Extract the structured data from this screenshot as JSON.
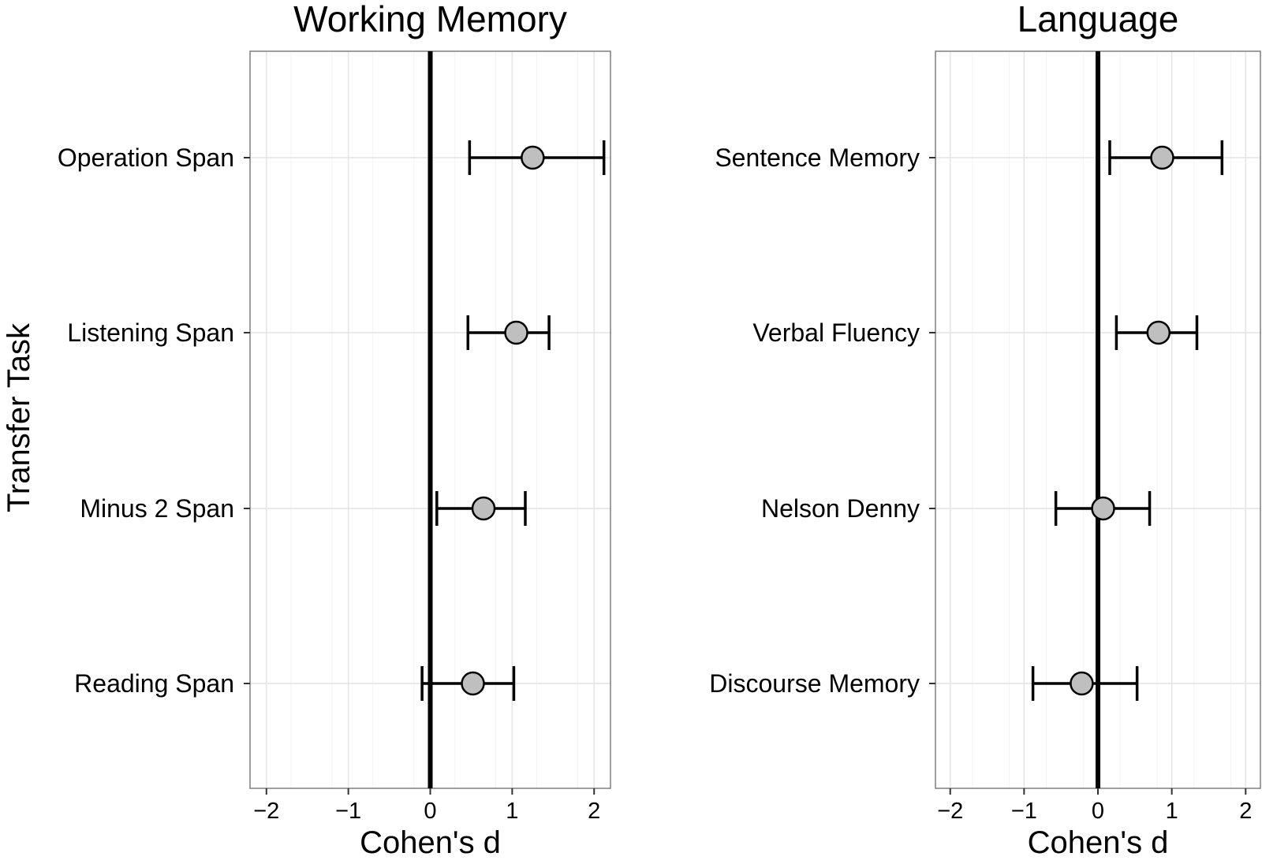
{
  "figure": {
    "ylabel": "Transfer Task"
  },
  "chart_data": [
    {
      "type": "scatter",
      "title": "Working Memory",
      "xlabel": "Cohen's d",
      "ylabel": "Transfer Task",
      "xlim": [
        -2.2,
        2.2
      ],
      "xticks": [
        -2,
        -1,
        0,
        1,
        2
      ],
      "xtick_labels": [
        "−2",
        "−1",
        "0",
        "1",
        "2"
      ],
      "reference_line": 0,
      "grid": true,
      "categories": [
        "Operation Span",
        "Listening Span",
        "Minus 2 Span",
        "Reading Span"
      ],
      "estimates": [
        1.25,
        1.05,
        0.65,
        0.52
      ],
      "ci_lower": [
        0.48,
        0.46,
        0.08,
        -0.1
      ],
      "ci_upper": [
        2.12,
        1.45,
        1.16,
        1.02
      ],
      "marker_color": "#bfbfbf"
    },
    {
      "type": "scatter",
      "title": "Language",
      "xlabel": "Cohen's d",
      "ylabel": "",
      "xlim": [
        -2.2,
        2.2
      ],
      "xticks": [
        -2,
        -1,
        0,
        1,
        2
      ],
      "xtick_labels": [
        "−2",
        "−1",
        "0",
        "1",
        "2"
      ],
      "reference_line": 0,
      "grid": true,
      "categories": [
        "Sentence Memory",
        "Verbal Fluency",
        "Nelson Denny",
        "Discourse Memory"
      ],
      "estimates": [
        0.87,
        0.82,
        0.07,
        -0.22
      ],
      "ci_lower": [
        0.16,
        0.25,
        -0.57,
        -0.88
      ],
      "ci_upper": [
        1.68,
        1.34,
        0.7,
        0.53
      ],
      "marker_color": "#bfbfbf"
    }
  ]
}
